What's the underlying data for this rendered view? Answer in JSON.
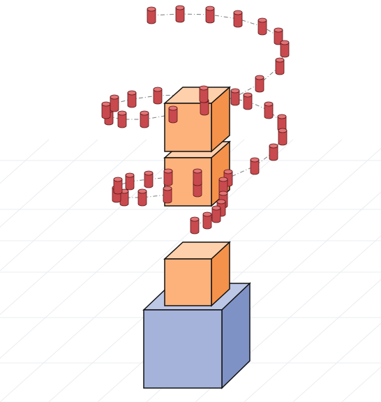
{
  "colors": {
    "background": "#ffffff",
    "grid": "#e9ecf0",
    "base_cube_front": "#a5b3db",
    "base_cube_top": "#bcc7e6",
    "base_cube_side": "#7f92c6",
    "orange_cube_front": "#fdb27b",
    "orange_cube_top": "#fed0ac",
    "orange_cube_side": "#f4924b",
    "cylinder_body": "#c84a4e",
    "cylinder_top": "#e27476",
    "cylinder_outline": "#5a1618",
    "path_line": "#7a7a7a",
    "cube_outline": "#111111"
  },
  "scene": {
    "base_cube": {
      "icon": "blue-cube"
    },
    "orange_cubes": [
      {
        "icon": "orange-cube",
        "level": 1
      },
      {
        "icon": "orange-cube",
        "level": 2
      },
      {
        "icon": "orange-cube",
        "level": 3
      }
    ],
    "helix": {
      "icon": "red-cylinder",
      "count": 48,
      "path_style": "dash-dot"
    }
  }
}
